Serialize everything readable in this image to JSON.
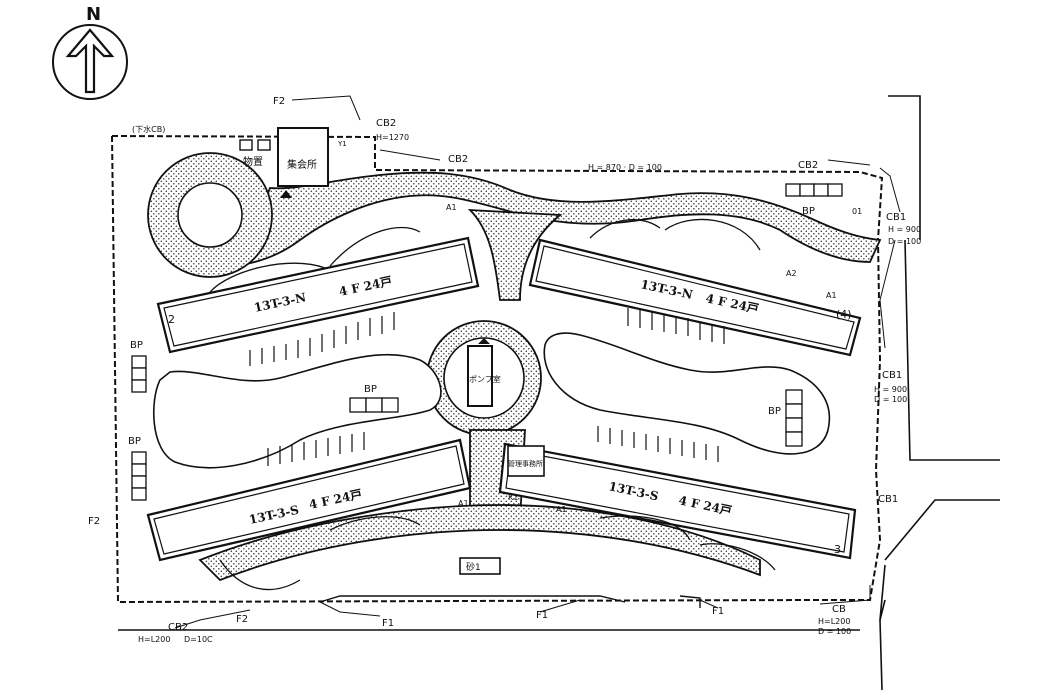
{
  "compass": {
    "letter": "N"
  },
  "buildings": {
    "nw": {
      "name": "13T-3-N",
      "floors": "4 F 24戸",
      "num": "2"
    },
    "ne": {
      "name": "13T-3-N",
      "floors": "4 F 24戸",
      "num": "(4)"
    },
    "sw": {
      "name": "13T-3-S",
      "floors": "4 F 24戸"
    },
    "se": {
      "name": "13T-3-S",
      "floors": "4 F 24戸",
      "num": "3"
    }
  },
  "facilities": {
    "meeting_hall": "集会所",
    "storage": "物置",
    "pump_room": "ポンプ室",
    "management_office": "管理事務所",
    "sandbox": "砂1"
  },
  "labels": {
    "bp": "BP",
    "f1": "F1",
    "f2": "F2",
    "cb": "CB",
    "cb1": "CB1",
    "cb2": "CB2",
    "a1": "A1",
    "a2": "A2",
    "k1": "K1",
    "o1": "01",
    "gesui": "(下水CB)",
    "y1": "Y1",
    "h1270": "H=1270",
    "h870": "H = 870 · D = 100",
    "h900": "H = 900",
    "d100": "D = 100",
    "h1200": "H=L200",
    "d10c": "D=10C"
  }
}
